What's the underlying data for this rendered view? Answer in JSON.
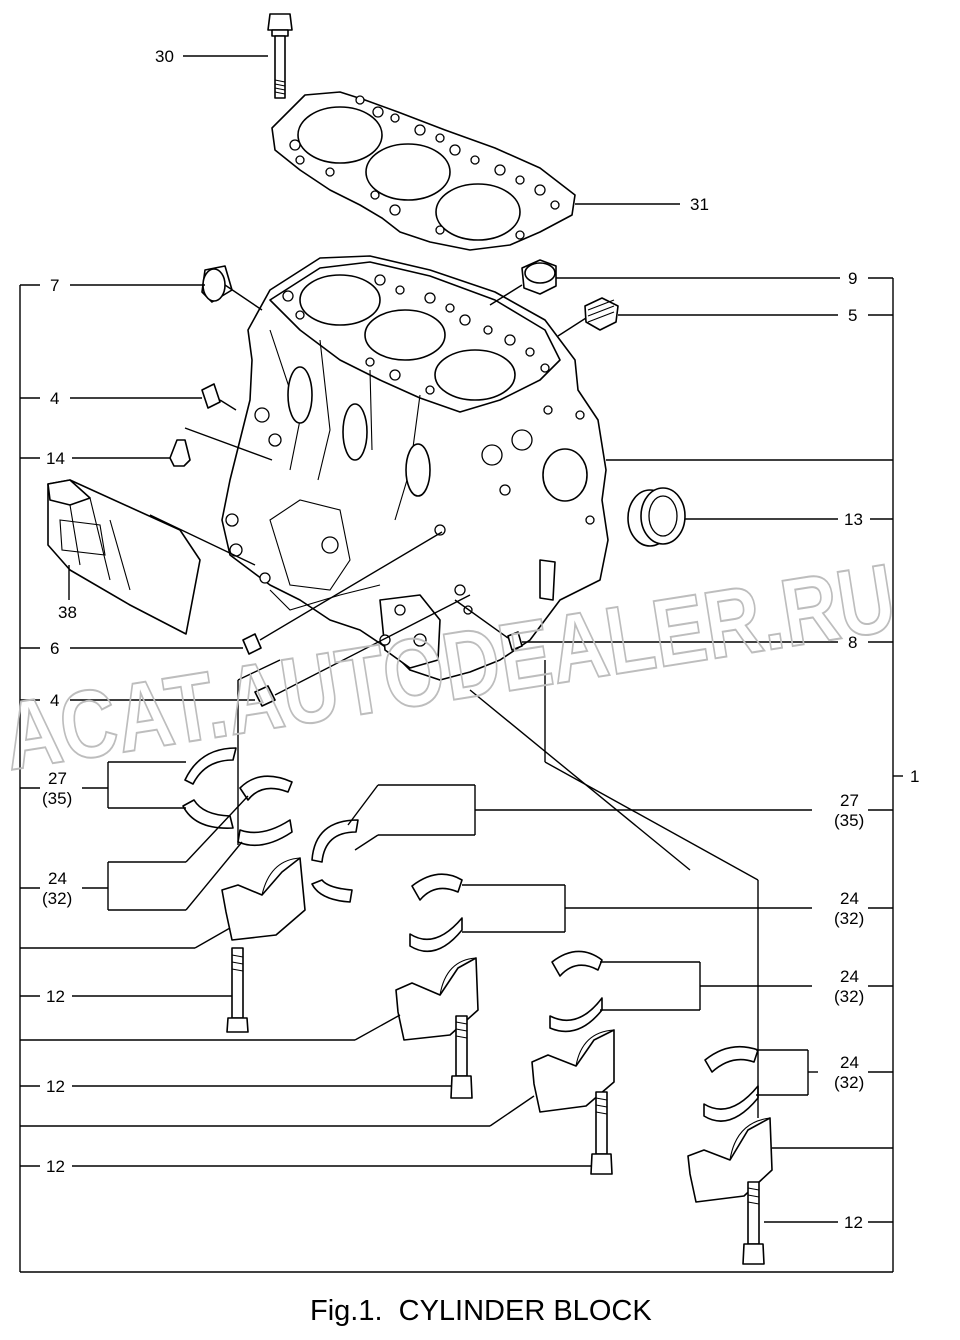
{
  "figure": {
    "caption": "Fig.1.  CYLINDER BLOCK"
  },
  "watermark": {
    "text": "ACAT.AUTODEALER.RU"
  },
  "callouts": {
    "c30": "30",
    "c31": "31",
    "c7": "7",
    "c9": "9",
    "c5": "5",
    "c4a": "4",
    "c14": "14",
    "c13": "13",
    "c38": "38",
    "c6": "6",
    "c8": "8",
    "c4b": "4",
    "c27l": "27",
    "c35l": "(35)",
    "c24l": "24",
    "c32l": "(32)",
    "c1": "1",
    "c27r": "27",
    "c35r": "(35)",
    "c24r1": "24",
    "c32r1": "(32)",
    "c24r2": "24",
    "c32r2": "(32)",
    "c24r3": "24",
    "c32r3": "(32)",
    "c12a": "12",
    "c12b": "12",
    "c12c": "12",
    "c12d": "12"
  }
}
